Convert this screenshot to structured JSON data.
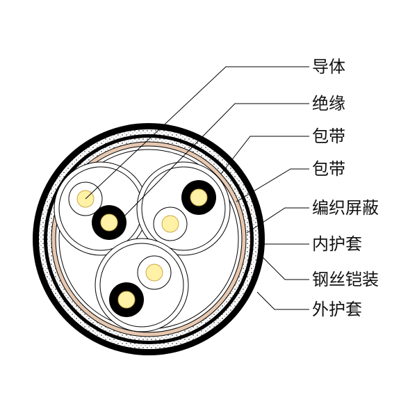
{
  "diagram": {
    "labels": [
      {
        "id": "conductor",
        "text": "导体"
      },
      {
        "id": "insulation",
        "text": "绝缘"
      },
      {
        "id": "wrap-tape-1",
        "text": "包带"
      },
      {
        "id": "wrap-tape-2",
        "text": "包带"
      },
      {
        "id": "braided-shield",
        "text": "编织屏蔽"
      },
      {
        "id": "inner-sheath",
        "text": "内护套"
      },
      {
        "id": "steel-wire-armour",
        "text": "钢丝铠装"
      },
      {
        "id": "outer-sheath",
        "text": "外护套"
      }
    ],
    "colors": {
      "line": "#000000",
      "conductor": "#fff1a6",
      "conductor_strand": "#caa84a",
      "shield_fill": "#ffffff",
      "armour_dots": "#888888",
      "copper_tape": "#e7c8b0",
      "insulation_black": "#000000"
    }
  }
}
